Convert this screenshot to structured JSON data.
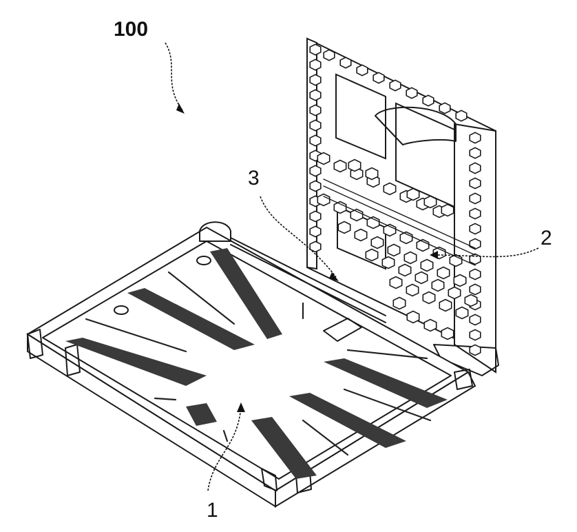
{
  "figure": {
    "reference_numerals": {
      "assembly": "100",
      "base_tray": "1",
      "back_panel": "2",
      "hinge": "3"
    }
  }
}
